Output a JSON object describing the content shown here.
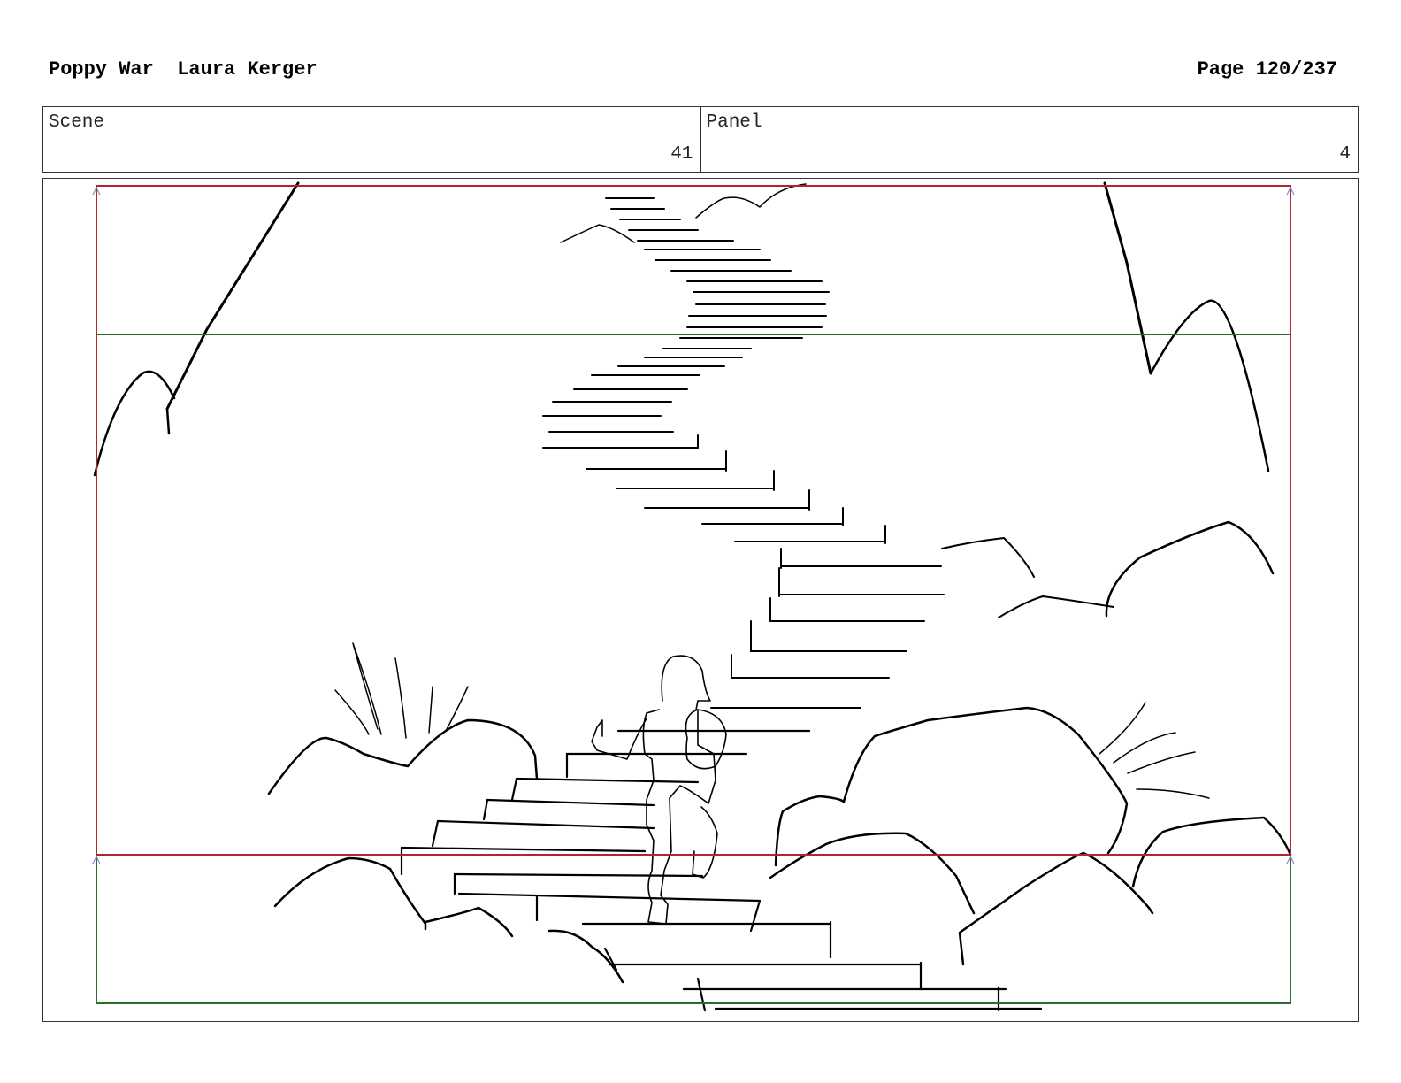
{
  "header": {
    "project": "Poppy War",
    "author": "Laura Kerger",
    "page": "Page 120/237"
  },
  "meta": {
    "scene_label": "Scene",
    "scene_value": "41",
    "panel_label": "Panel",
    "panel_value": "4"
  },
  "panel": {
    "frame_colors": {
      "action_safe": "#b0262b",
      "title_safe": "#2e6b2e"
    }
  }
}
